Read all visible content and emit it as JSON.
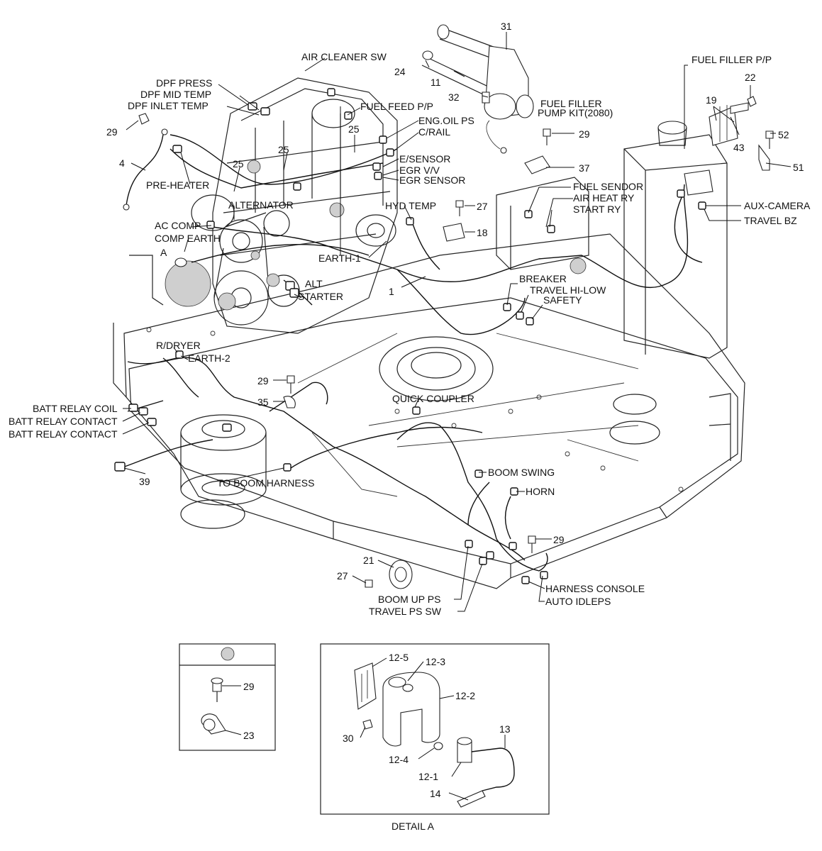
{
  "labels": {
    "part_31": "31",
    "part_24": "24",
    "part_11": "11",
    "part_32": "32",
    "fuel_filler_pump_kit_1": "FUEL FILLER",
    "fuel_filler_pump_kit_2": "PUMP KIT(2080)",
    "part_29_top": "29",
    "part_37": "37",
    "air_cleaner_sw": "AIR CLEANER SW",
    "dpf_press": "DPF PRESS",
    "dpf_mid_temp": "DPF MID TEMP",
    "dpf_inlet_temp": "DPF INLET TEMP",
    "part_29_left": "29",
    "part_4": "4",
    "pre_heater": "PRE-HEATER",
    "fuel_feed_pp": "FUEL FEED P/P",
    "eng_oil_ps": "ENG.OIL PS",
    "c_rail": "C/RAIL",
    "part_25_a": "25",
    "part_25_b": "25",
    "part_25_c": "25",
    "e_sensor": "E/SENSOR",
    "egr_vv": "EGR V/V",
    "egr_sensor": "EGR SENSOR",
    "alternator": "ALTERNATOR",
    "ac_comp": "AC COMP",
    "comp_earth": "COMP EARTH",
    "detail_marker_a": "A",
    "hyd_temp": "HYD TEMP",
    "part_27_top": "27",
    "part_18": "18",
    "earth_1": "EARTH-1",
    "alt": "ALT",
    "starter": "STARTER",
    "part_1": "1",
    "fuel_filler_pp": "FUEL FILLER P/P",
    "part_22": "22",
    "part_19": "19",
    "part_43": "43",
    "part_52": "52",
    "part_51": "51",
    "fuel_sendor": "FUEL SENDOR",
    "air_heat_ry": "AIR HEAT RY",
    "start_ry": "START RY",
    "aux_camera": "AUX-CAMERA",
    "travel_bz": "TRAVEL BZ",
    "breaker": "BREAKER",
    "travel_hi_low": "TRAVEL HI-LOW",
    "safety": "SAFETY",
    "r_dryer": "R/DRYER",
    "earth_2": "EARTH-2",
    "part_29_mid": "29",
    "part_35": "35",
    "quick_coupler": "QUICK COUPLER",
    "batt_relay_coil": "BATT RELAY COIL",
    "batt_relay_contact_1": "BATT RELAY CONTACT",
    "batt_relay_contact_2": "BATT RELAY CONTACT",
    "part_39": "39",
    "to_boom_harness": "TO BOOM HARNESS",
    "boom_swing": "BOOM SWING",
    "horn": "HORN",
    "part_29_right": "29",
    "part_21": "21",
    "part_27_bottom": "27",
    "harness_console": "HARNESS CONSOLE",
    "auto_idleps": "AUTO IDLEPS",
    "boom_up_ps": "BOOM UP PS",
    "travel_ps_sw": "TRAVEL PS SW",
    "inset_part_29": "29",
    "inset_part_23": "23",
    "detail_12_5": "12-5",
    "detail_12_3": "12-3",
    "detail_12_2": "12-2",
    "detail_13": "13",
    "detail_30": "30",
    "detail_12_4": "12-4",
    "detail_12_1": "12-1",
    "detail_14": "14",
    "detail_a_caption": "DETAIL A"
  }
}
